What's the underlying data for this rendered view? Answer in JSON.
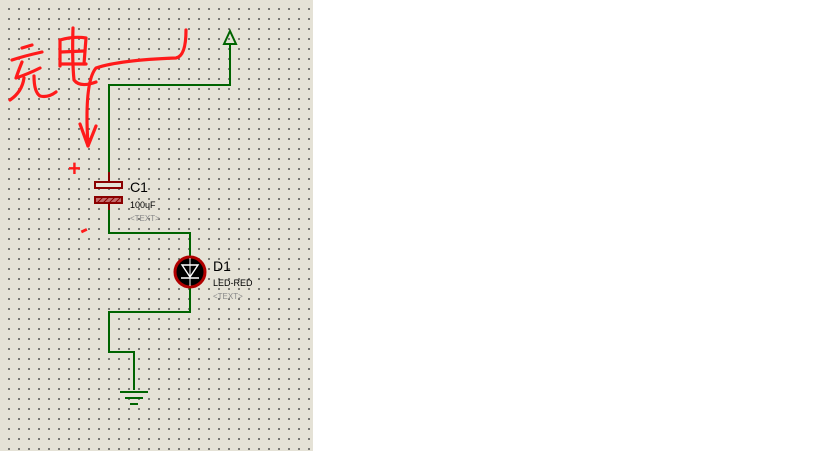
{
  "components": {
    "capacitor": {
      "reference": "C1",
      "value": "100uF",
      "text_placeholder": "<TEXT>"
    },
    "led": {
      "reference": "D1",
      "value": "LED-RED",
      "text_placeholder": "<TEXT>"
    }
  },
  "annotations": {
    "handwritten_label": "充电",
    "plus_sign": "+",
    "minus_sign": "-"
  },
  "colors": {
    "canvas": "#e5e2d6",
    "wire": "#006400",
    "component": "#8b0000",
    "annotation": "#ff1a1a"
  }
}
